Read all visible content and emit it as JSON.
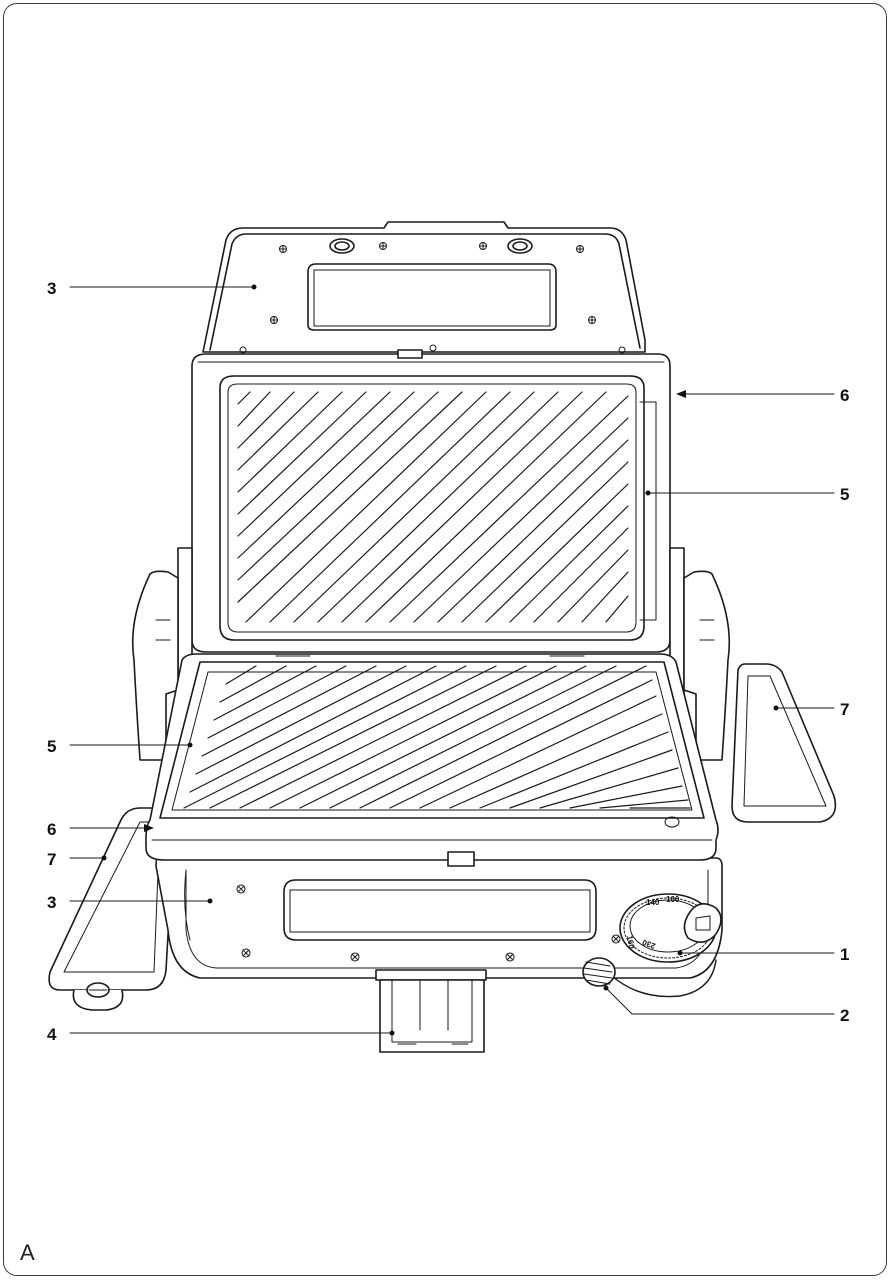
{
  "figure": {
    "page_letter": "A",
    "callouts": [
      {
        "id": "lid-3",
        "label": "3"
      },
      {
        "id": "upper-vent-6",
        "label": "6"
      },
      {
        "id": "upper-plate-5",
        "label": "5"
      },
      {
        "id": "right-tray-7",
        "label": "7"
      },
      {
        "id": "lower-plate-5",
        "label": "5"
      },
      {
        "id": "lower-vent-6",
        "label": "6"
      },
      {
        "id": "left-tray-7",
        "label": "7"
      },
      {
        "id": "base-3",
        "label": "3"
      },
      {
        "id": "thermostat-1",
        "label": "1"
      },
      {
        "id": "cord-2",
        "label": "2"
      },
      {
        "id": "foot-4",
        "label": "4"
      }
    ],
    "dial_marks": [
      "140",
      "100",
      "160",
      "230"
    ]
  }
}
